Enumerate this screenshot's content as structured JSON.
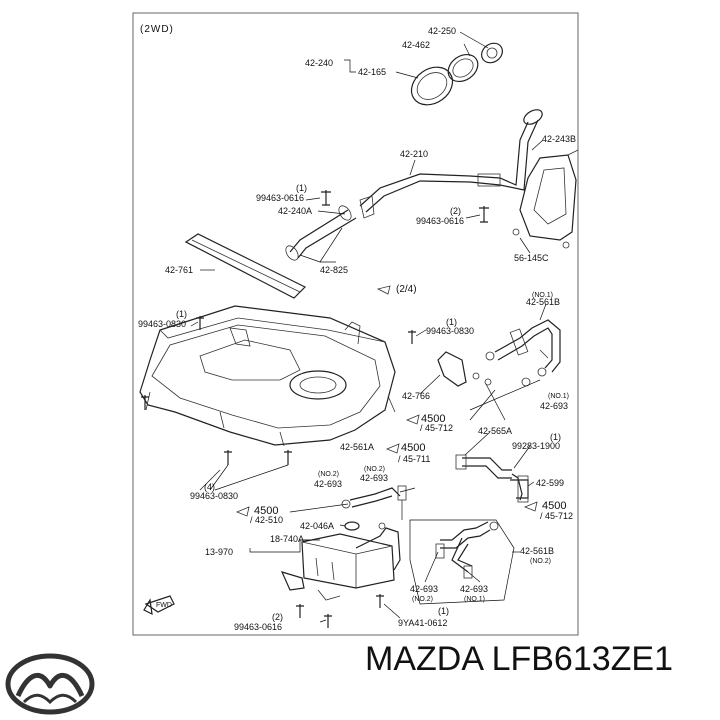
{
  "header": "(2WD)",
  "brand": {
    "text": "MAZDA LFB613ZE1"
  },
  "icons": [
    "mazda-logo-icon",
    "fwd-arrow-icon",
    "reference-arrow-icon"
  ],
  "labels": {
    "l_42250": "42-250",
    "l_42462": "42-462",
    "l_42240": "42-240",
    "l_42165": "42-165",
    "l_42243b": "42-243B",
    "l_42210": "42-210",
    "l_99463_0616_top": "99463-0616",
    "l_1_top": "(1)",
    "l_42240a": "42-240A",
    "l_2_mid": "(2)",
    "l_99463_0616_mid": "99463-0616",
    "l_56145c": "56-145C",
    "l_42761": "42-761",
    "l_42825": "42-825",
    "l_ref_2_4": "(2/4)",
    "l_no1_a": "(NO.1)",
    "l_42561b_top": "42-561B",
    "l_1_left": "(1)",
    "l_99463_0830_left": "99463-0830",
    "l_1_right": "(1)",
    "l_99463_0830_right": "99463-0830",
    "l_42766": "42-766",
    "l_4500_a": "4500",
    "l_45712_a": "/ 45-712",
    "l_no1_b": "(NO.1)",
    "l_42693_a": "42-693",
    "l_4_left": "(4)",
    "l_99463_0830_bottom": "99463-0830",
    "l_42561a": "42-561A",
    "l_4500_b": "4500",
    "l_45711": "/ 45-711",
    "l_42565a": "42-565A",
    "l_1_c": "(1)",
    "l_99283_1900": "99283-1900",
    "l_no2_a": "(NO.2)",
    "l_no2_b": "(NO.2)",
    "l_42693_b": "42-693",
    "l_42693_c": "42-693",
    "l_42599": "42-599",
    "l_4500_c": "4500",
    "l_42510": "/ 42-510",
    "l_4500_d": "4500",
    "l_45712_b": "/ 45-712",
    "l_42046a": "42-046A",
    "l_18740a": "18-740A",
    "l_13970": "13-970",
    "l_42561b_bottom": "42-561B",
    "l_no2_c": "(NO.2)",
    "l_42693_d": "42-693",
    "l_42693_e": "42-693",
    "l_no2_d": "(NO.2)",
    "l_no1_c": "(NO.1)",
    "l_fwd": "FWD",
    "l_2_bottom": "(2)",
    "l_99463_0616_bottom": "99463-0616",
    "l_1_bottom": "(1)",
    "l_9ya41_0612": "9YA41-0612"
  }
}
